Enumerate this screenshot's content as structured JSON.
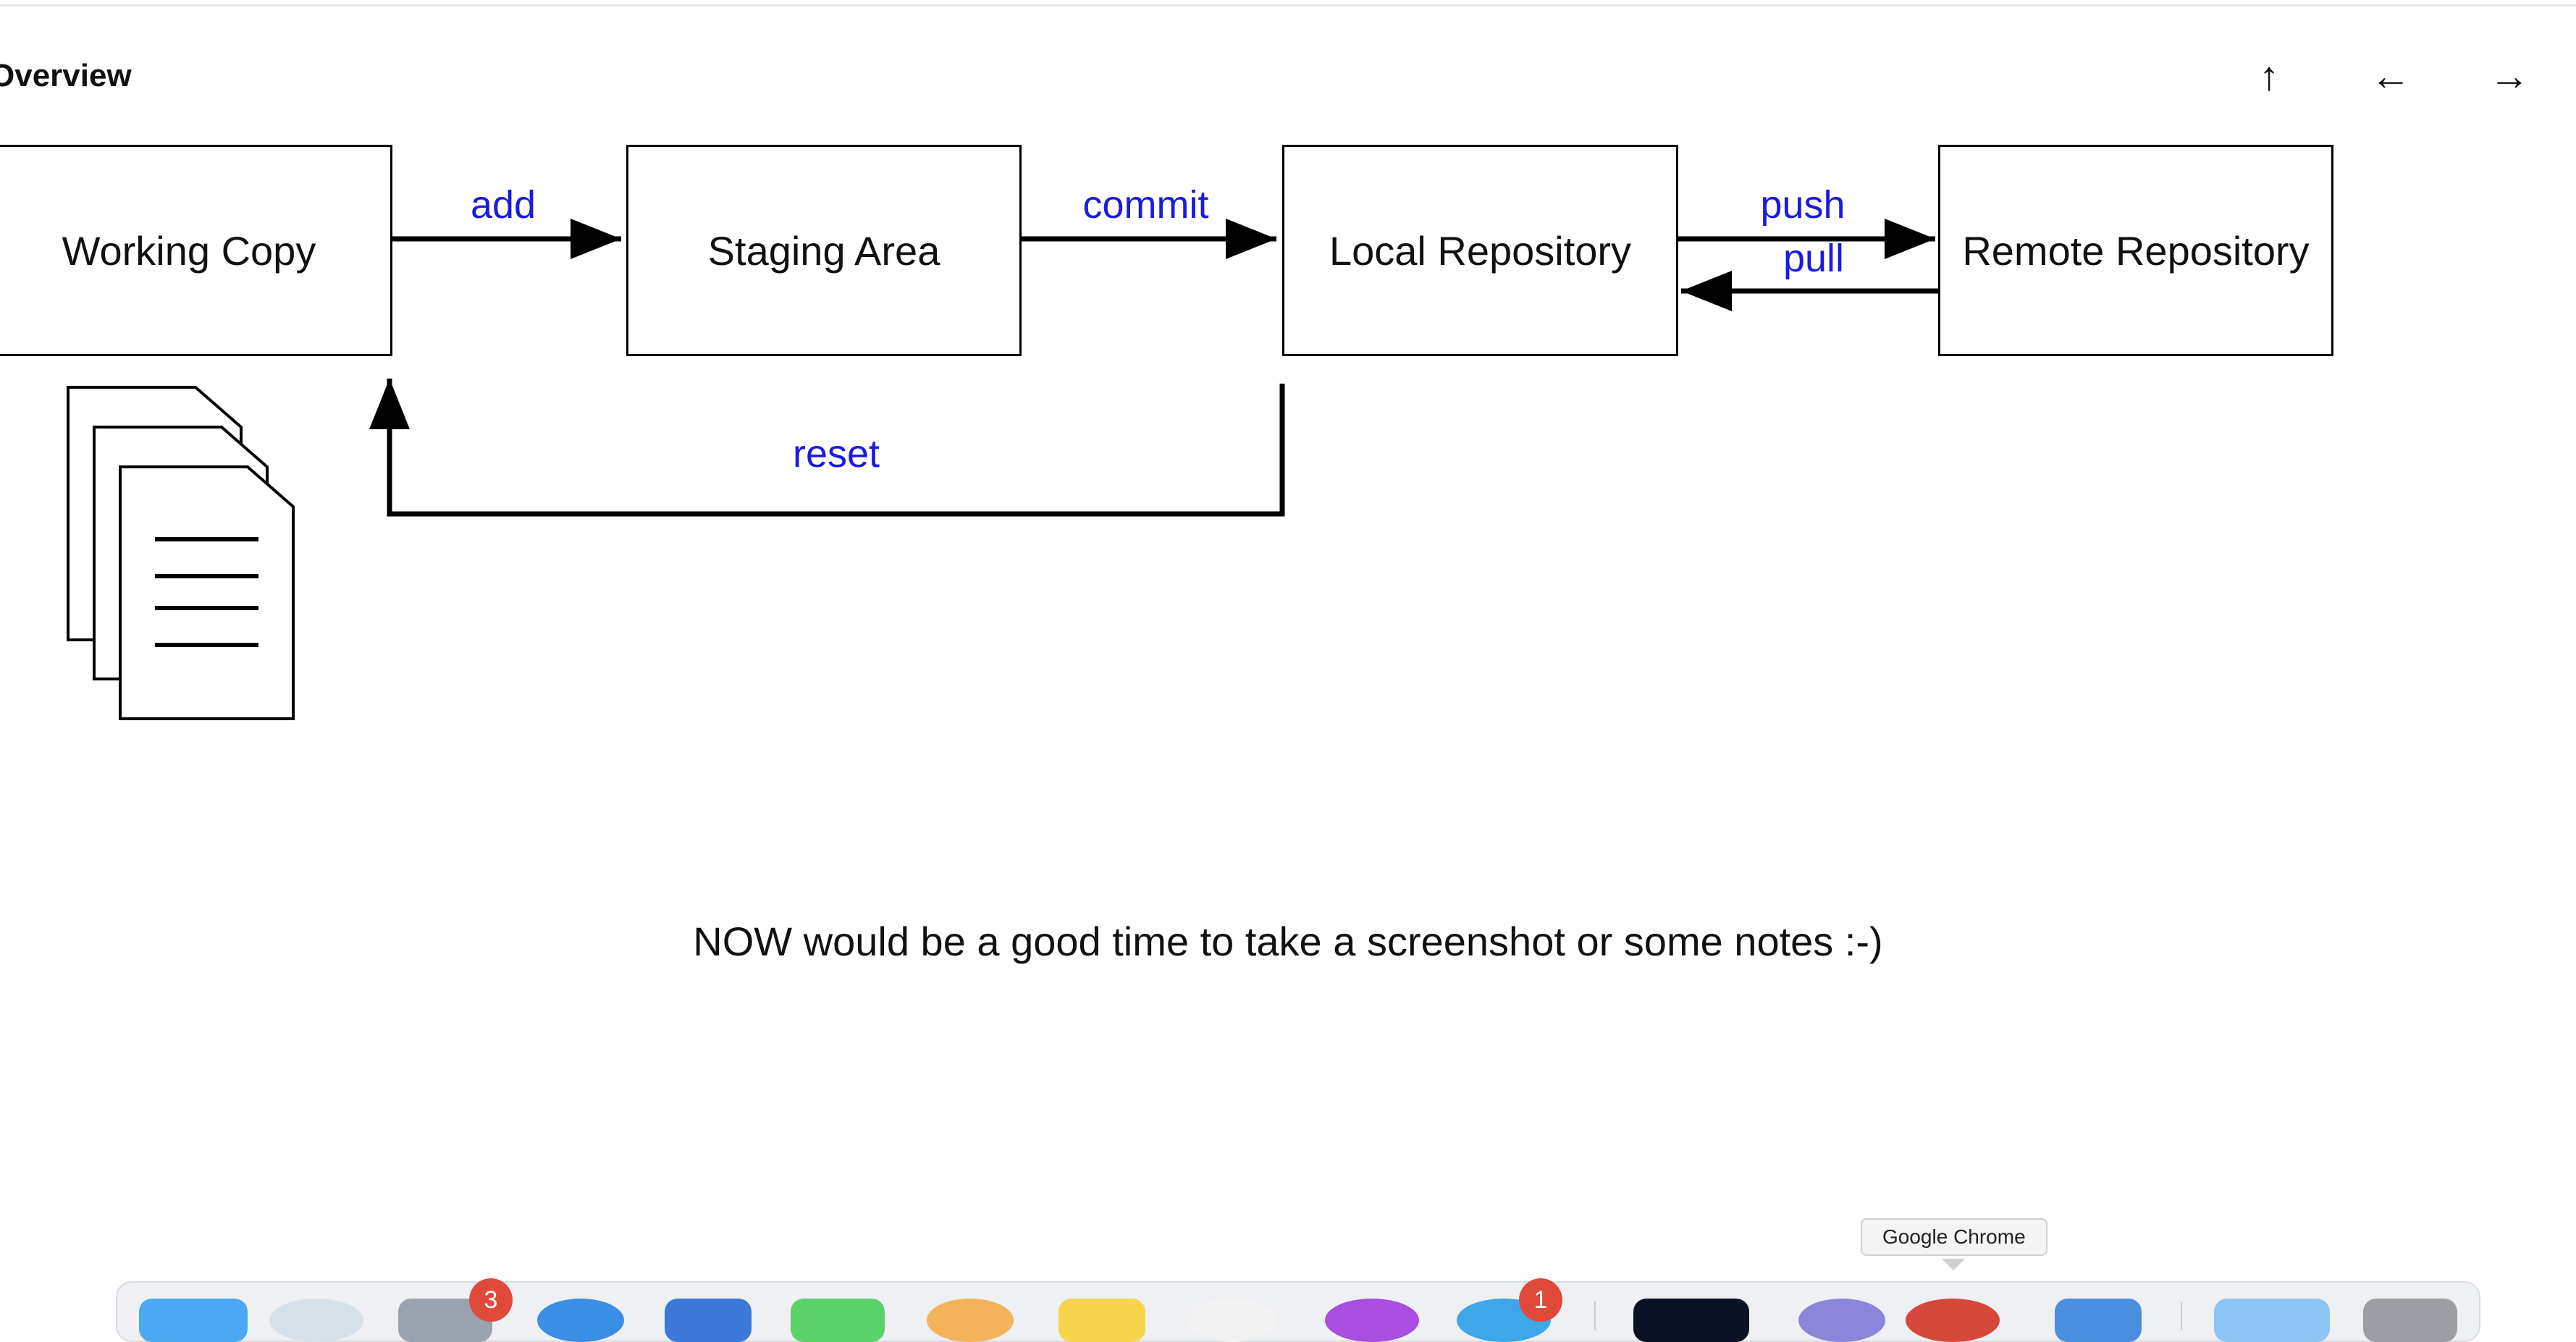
{
  "page": {
    "title": "Overview"
  },
  "nav": {
    "up": "↑",
    "left": "←",
    "right": "→"
  },
  "diagram": {
    "nodes": {
      "working_copy": "Working Copy",
      "staging_area": "Staging Area",
      "local_repository": "Local Repository",
      "remote_repository": "Remote Repository"
    },
    "edges": {
      "add": "add",
      "commit": "commit",
      "push": "push",
      "pull": "pull",
      "reset": "reset"
    },
    "colors": {
      "edge_label": "#1a1ae0",
      "stroke": "#000000"
    }
  },
  "message": "NOW would be a good time to take a screenshot or some notes :-)",
  "dock": {
    "tooltip": "Google Chrome",
    "badges": [
      "3",
      "1"
    ]
  }
}
